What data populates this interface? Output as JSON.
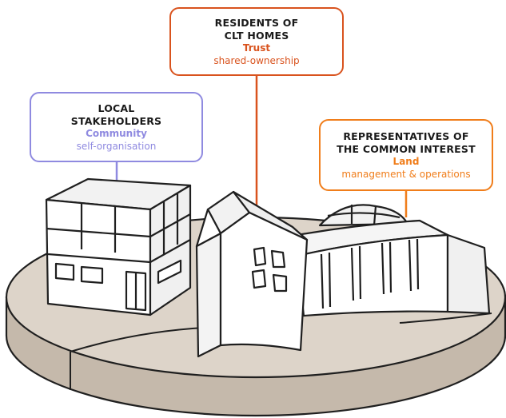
{
  "colors": {
    "residents": "#d9531e",
    "local": "#8f8ae0",
    "representatives": "#f07d1a",
    "disk_top": "#ddd4c9",
    "disk_side": "#c5b9ab",
    "outline": "#1f1f1f"
  },
  "residents": {
    "heading_line1": "RESIDENTS OF",
    "heading_line2": "CLT HOMES",
    "role": "Trust",
    "description": "shared-ownership"
  },
  "local": {
    "heading_line1": "LOCAL",
    "heading_line2": "STAKEHOLDERS",
    "role": "Community",
    "description": "self-organisation"
  },
  "representatives": {
    "heading_line1": "REPRESENTATIVES OF",
    "heading_line2": "THE COMMON INTEREST",
    "role": "Land",
    "description": "management & operations"
  }
}
